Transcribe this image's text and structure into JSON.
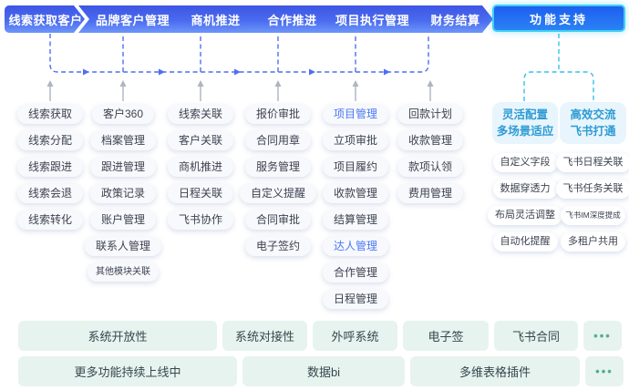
{
  "colors": {
    "flow_gradient_top": "#3e55e4",
    "flow_gradient_bottom": "#6e96f8",
    "support_fill": "#1d5ef0",
    "support_border": "#3fd0f2",
    "connector_blue": "#4f6ef2",
    "connector_cyan": "#36c0ec",
    "connector_gray": "#aeb4c0",
    "pill_text": "#3c4250",
    "highlight_blue": "#4a78f5",
    "group_title_blue": "#2d9bd3",
    "mint_bg": "#e7f3ee",
    "mint_dots_teal": "#4fae91"
  },
  "flow": [
    {
      "label": "线索获取客户"
    },
    {
      "label": "品牌客户管理"
    },
    {
      "label": "商机推进"
    },
    {
      "label": "合作推进"
    },
    {
      "label": "项目执行管理"
    },
    {
      "label": "财务结算"
    }
  ],
  "columns": [
    {
      "name": "lead-acquisition",
      "items": [
        {
          "label": "线索获取"
        },
        {
          "label": "线索分配"
        },
        {
          "label": "线索跟进"
        },
        {
          "label": "线索会退"
        },
        {
          "label": "线索转化"
        }
      ]
    },
    {
      "name": "brand-customer",
      "items": [
        {
          "label": "客户360"
        },
        {
          "label": "档案管理"
        },
        {
          "label": "跟进管理"
        },
        {
          "label": "政策记录"
        },
        {
          "label": "账户管理"
        },
        {
          "label": "联系人管理"
        },
        {
          "label": "其他模块关联",
          "small": true
        }
      ]
    },
    {
      "name": "opportunity",
      "items": [
        {
          "label": "线索关联"
        },
        {
          "label": "客户关联"
        },
        {
          "label": "商机推进"
        },
        {
          "label": "日程关联"
        },
        {
          "label": "飞书协作"
        }
      ]
    },
    {
      "name": "cooperation",
      "items": [
        {
          "label": "报价审批"
        },
        {
          "label": "合同用章"
        },
        {
          "label": "服务管理"
        },
        {
          "label": "自定义提醒"
        },
        {
          "label": "合同审批"
        },
        {
          "label": "电子签约"
        }
      ]
    },
    {
      "name": "project-execution",
      "items": [
        {
          "label": "项目管理",
          "highlight": true
        },
        {
          "label": "立项审批"
        },
        {
          "label": "项目履约"
        },
        {
          "label": "收款管理"
        },
        {
          "label": "结算管理"
        },
        {
          "label": "达人管理",
          "highlight": true
        },
        {
          "label": "合作管理"
        },
        {
          "label": "日程管理"
        }
      ]
    },
    {
      "name": "finance",
      "items": [
        {
          "label": "回款计划"
        },
        {
          "label": "收款管理"
        },
        {
          "label": "款项认领"
        },
        {
          "label": "费用管理"
        }
      ]
    }
  ],
  "support": {
    "title": "功能支持",
    "groups": [
      {
        "title_lines": [
          "灵活配置",
          "多场景适应"
        ],
        "items": [
          {
            "label": "自定义字段"
          },
          {
            "label": "数据穿透力"
          },
          {
            "label": "布局灵活调整"
          },
          {
            "label": "自动化提醒"
          }
        ]
      },
      {
        "title_lines": [
          "高效交流",
          "飞书打通"
        ],
        "items": [
          {
            "label": "飞书日程关联"
          },
          {
            "label": "飞书任务关联"
          },
          {
            "label": "飞书IM深度提成",
            "small": true
          },
          {
            "label": "多租户共用"
          }
        ]
      }
    ]
  },
  "bottom": {
    "row1": [
      {
        "label": "系统开放性"
      },
      {
        "label": "系统对接性"
      },
      {
        "label": "外呼系统"
      },
      {
        "label": "电子签"
      },
      {
        "label": "飞书合同"
      },
      {
        "label": "•••",
        "dots": true
      }
    ],
    "row2": [
      {
        "label": "更多功能持续上线中"
      },
      {
        "label": "数据bi"
      },
      {
        "label": "多维表格插件"
      },
      {
        "label": "•••",
        "dots": true
      }
    ]
  }
}
